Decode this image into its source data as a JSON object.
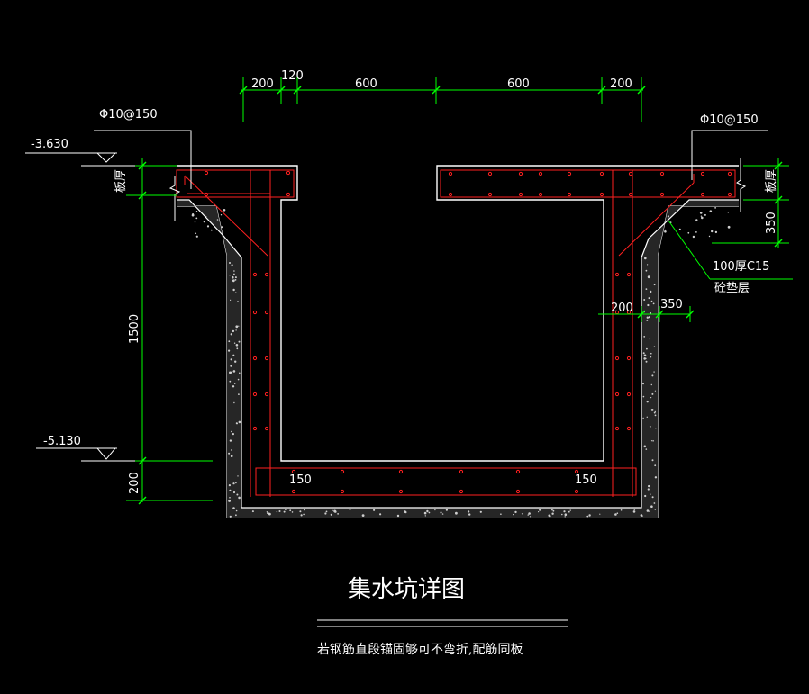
{
  "colors": {
    "background": "#000000",
    "outline": "#ffffff",
    "rebar": "#ff2020",
    "dimension": "#00ff00",
    "concrete_fill": "#2a2a2a",
    "hatch_dots": "#cfcfcf"
  },
  "dimensions": {
    "top": [
      "200",
      "120",
      "600",
      "600",
      "200"
    ],
    "left_height": "1500",
    "left_base": "200",
    "right_slab": "350",
    "wall_200": "200",
    "wall_350": "350",
    "bottom_left_150": "150",
    "bottom_right_150": "150"
  },
  "rebar_labels": {
    "left": "Φ10@150",
    "right": "Φ10@150"
  },
  "elevations": {
    "top": "-3.630",
    "bottom": "-5.130"
  },
  "labels": {
    "slab_left": "板厚",
    "slab_right": "板厚",
    "cushion_line1": "100厚C15",
    "cushion_line2": "砼垫层"
  },
  "caption": {
    "title": "集水坑详图",
    "note": "若钢筋直段锚固够可不弯折,配筋同板"
  }
}
